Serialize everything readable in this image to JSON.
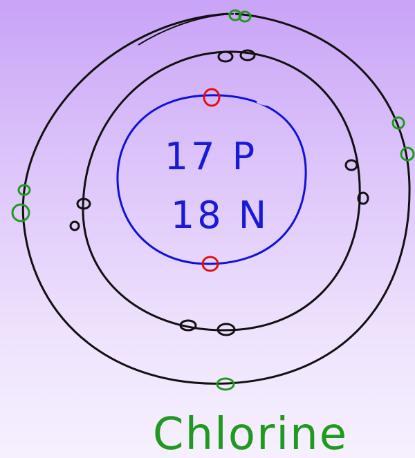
{
  "nucleus": {
    "protons_label": "17 P",
    "neutrons_label": "18 N"
  },
  "element_name": "Chlorine",
  "shells": [
    {
      "shell": 1,
      "electrons": 2,
      "color": "#e01010"
    },
    {
      "shell": 2,
      "electrons": 8,
      "color": "#111111"
    },
    {
      "shell": 3,
      "electrons": 7,
      "color": "#1f9a1f"
    }
  ],
  "colors": {
    "nucleus_ring": "#1010dd",
    "text_blue": "#1a1ad6",
    "text_green": "#1f9a1f"
  }
}
